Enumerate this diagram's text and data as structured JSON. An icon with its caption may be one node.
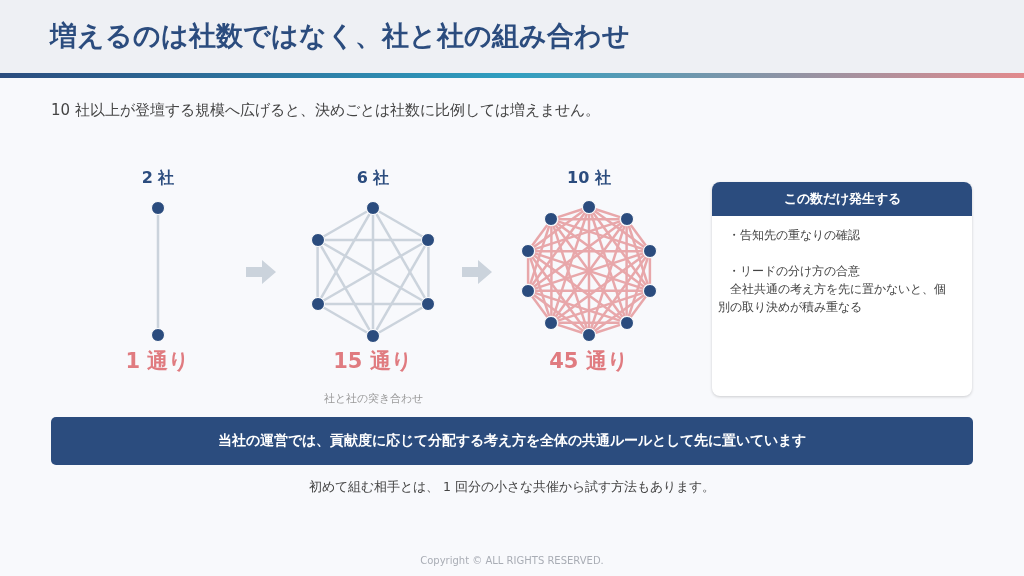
{
  "diagram": {
    "title": "増えるのは社数ではなく、社と社の組み合わせ",
    "nodes": [
      {
        "text": [],
        "shape": "circle"
      },
      {
        "text": [],
        "shape": "circle"
      },
      {
        "text": [],
        "shape": "circle"
      },
      {
        "text": [],
        "shape": "circle"
      },
      {
        "text": [],
        "shape": "circle"
      },
      {
        "text": [],
        "shape": "circle"
      },
      {
        "text": [],
        "shape": "circle"
      },
      {
        "text": [],
        "shape": "circle"
      },
      {
        "text": [],
        "shape": "circle"
      },
      {
        "text": [],
        "shape": "circle"
      },
      {
        "text": [],
        "shape": "circle"
      },
      {
        "text": [],
        "shape": "circle"
      },
      {
        "text": [],
        "shape": "circle"
      },
      {
        "text": [],
        "shape": "circle"
      },
      {
        "text": [],
        "shape": "circle"
      },
      {
        "text": [],
        "shape": "circle"
      },
      {
        "text": [],
        "shape": "circle"
      },
      {
        "text": [],
        "shape": "circle"
      },
      {
        "text": [
          "この数だけ発生する",
          "・告知先の重なりの確認",
          "・リードの分け方の合意",
          "全社共通の考え方を先に置かないと、個別の取り決めが積み重なる"
        ]
      },
      {
        "text": [
          "当社の運営では、貢献度に応じて分配する考え方を全体の共通ルールとして先に置いています"
        ]
      }
    ],
    "edges": [
      {
        "from": 0,
        "to": 1,
        "arrow": "none",
        "color": "#cbd3dc"
      },
      {
        "from": 2,
        "to": 3,
        "arrow": "none",
        "color": "#cbd3dc"
      },
      {
        "from": 2,
        "to": 4,
        "arrow": "none",
        "color": "#cbd3dc"
      },
      {
        "from": 2,
        "to": 5,
        "arrow": "none",
        "color": "#cbd3dc"
      },
      {
        "from": 2,
        "to": 6,
        "arrow": "none",
        "color": "#cbd3dc"
      },
      {
        "from": 2,
        "to": 7,
        "arrow": "none",
        "color": "#cbd3dc"
      },
      {
        "from": 3,
        "to": 4,
        "arrow": "none",
        "color": "#cbd3dc"
      },
      {
        "from": 3,
        "to": 5,
        "arrow": "none",
        "color": "#cbd3dc"
      },
      {
        "from": 3,
        "to": 6,
        "arrow": "none",
        "color": "#cbd3dc"
      },
      {
        "from": 3,
        "to": 7,
        "arrow": "none",
        "color": "#cbd3dc"
      },
      {
        "from": 4,
        "to": 5,
        "arrow": "none",
        "color": "#cbd3dc"
      },
      {
        "from": 4,
        "to": 6,
        "arrow": "none",
        "color": "#cbd3dc"
      },
      {
        "from": 4,
        "to": 7,
        "arrow": "none",
        "color": "#cbd3dc"
      },
      {
        "from": 5,
        "to": 6,
        "arrow": "none",
        "color": "#cbd3dc"
      },
      {
        "from": 5,
        "to": 7,
        "arrow": "none",
        "color": "#cbd3dc"
      },
      {
        "from": 6,
        "to": 7,
        "arrow": "none",
        "color": "#cbd3dc"
      },
      {
        "from": 8,
        "to": 9,
        "arrow": "none"
      },
      {
        "from": 8,
        "to": 10,
        "arrow": "none"
      },
      {
        "from": 8,
        "to": 11,
        "arrow": "none"
      },
      {
        "from": 8,
        "to": 12,
        "arrow": "none"
      },
      {
        "from": 8,
        "to": 13,
        "arrow": "none"
      },
      {
        "from": 8,
        "to": 14,
        "arrow": "none"
      },
      {
        "from": 8,
        "to": 15,
        "arrow": "none"
      },
      {
        "from": 8,
        "to": 16,
        "arrow": "none"
      },
      {
        "from": 8,
        "to": 17,
        "arrow": "none"
      },
      {
        "from": 9,
        "to": 10,
        "arrow": "none"
      },
      {
        "from": 9,
        "to": 11,
        "arrow": "none"
      },
      {
        "from": 9,
        "to": 12,
        "arrow": "none"
      },
      {
        "from": 9,
        "to": 13,
        "arrow": "none"
      },
      {
        "from": 9,
        "to": 14,
        "arrow": "none"
      },
      {
        "from": 9,
        "to": 15,
        "arrow": "none"
      },
      {
        "from": 9,
        "to": 16,
        "arrow": "none"
      },
      {
        "from": 9,
        "to": 17,
        "arrow": "none"
      },
      {
        "from": 10,
        "to": 11,
        "arrow": "none"
      },
      {
        "from": 10,
        "to": 12,
        "arrow": "none"
      },
      {
        "from": 10,
        "to": 13,
        "arrow": "none"
      },
      {
        "from": 10,
        "to": 14,
        "arrow": "none"
      },
      {
        "from": 10,
        "to": 15,
        "arrow": "none"
      },
      {
        "from": 10,
        "to": 16,
        "arrow": "none"
      },
      {
        "from": 10,
        "to": 17,
        "arrow": "none"
      },
      {
        "from": 11,
        "to": 12,
        "arrow": "none"
      },
      {
        "from": 11,
        "to": 13,
        "arrow": "none"
      },
      {
        "from": 11,
        "to": 14,
        "arrow": "none"
      },
      {
        "from": 11,
        "to": 15,
        "arrow": "none"
      },
      {
        "from": 11,
        "to": 16,
        "arrow": "none"
      },
      {
        "from": 11,
        "to": 17,
        "arrow": "none"
      },
      {
        "from": 12,
        "to": 13,
        "arrow": "none"
      },
      {
        "from": 12,
        "to": 14,
        "arrow": "none"
      },
      {
        "from": 12,
        "to": 15,
        "arrow": "none"
      },
      {
        "from": 12,
        "to": 16,
        "arrow": "none"
      },
      {
        "from": 12,
        "to": 17,
        "arrow": "none"
      },
      {
        "from": 13,
        "to": 14,
        "arrow": "none"
      },
      {
        "from": 13,
        "to": 15,
        "arrow": "none"
      },
      {
        "from": 13,
        "to": 16,
        "arrow": "none"
      },
      {
        "from": 13,
        "to": 17,
        "arrow": "none"
      },
      {
        "from": 14,
        "to": 15,
        "arrow": "none"
      },
      {
        "from": 14,
        "to": 16,
        "arrow": "none"
      },
      {
        "from": 14,
        "to": 17,
        "arrow": "none"
      },
      {
        "from": 15,
        "to": 16,
        "arrow": "none"
      },
      {
        "from": 15,
        "to": 17,
        "arrow": "none"
      },
      {
        "from": 16,
        "to": 17,
        "arrow": "none"
      }
    ],
    "labels": [
      "10 社以上が登壇する規模へ広げると、決めごとは社数に比例しては増えません。",
      "2 社",
      "6 社",
      "10 社",
      "1 通り",
      "15 通り",
      "45 通り",
      "社と社の突き合わせ",
      "初めて組む相手とは、 1 回分の小さな共催から試す方法もあります。",
      "Copyright © ALL RIGHTS RESERVED."
    ]
  }
}
